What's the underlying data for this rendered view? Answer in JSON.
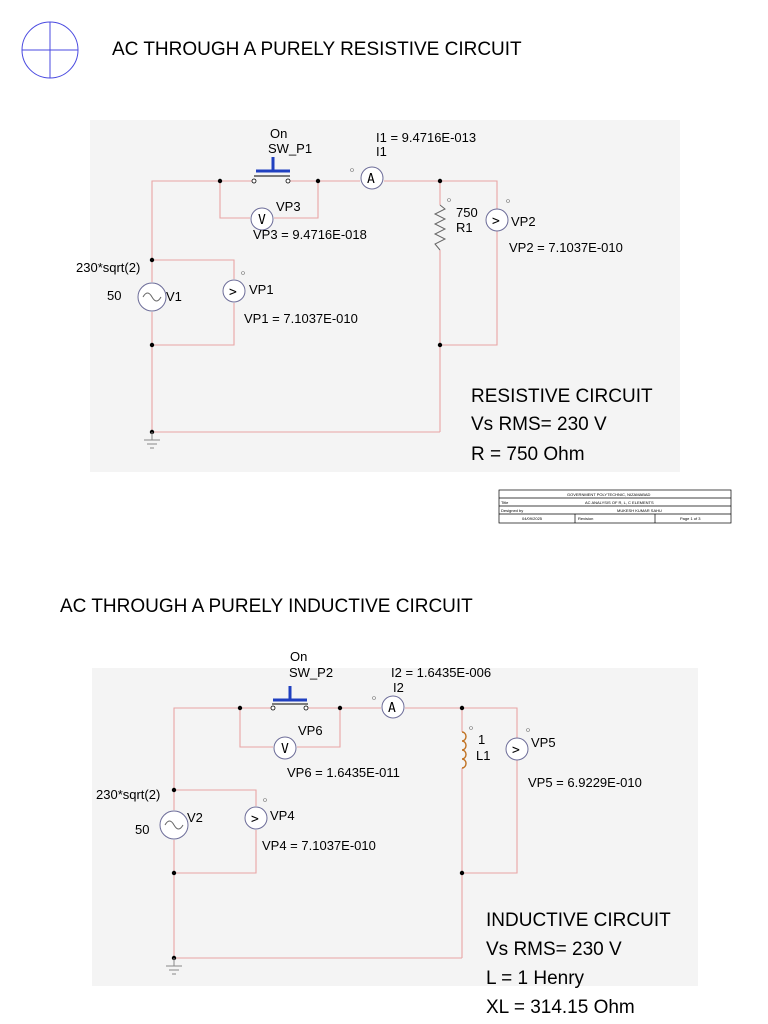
{
  "diagram1": {
    "title": "AC THROUGH A PURELY RESISTIVE CIRCUIT",
    "switch_state": "On",
    "switch_name": "SW_P1",
    "ammeter_reading": "I1 = 9.4716E-013",
    "ammeter_name": "I1",
    "vp3_name": "VP3",
    "vp3_reading": "VP3 = 9.4716E-018",
    "resistor_value": "750",
    "resistor_name": "R1",
    "vp2_name": "VP2",
    "vp2_reading": "VP2 = 7.1037E-010",
    "source_amplitude": "230*sqrt(2)",
    "source_freq": "50",
    "source_name": "V1",
    "vp1_name": "VP1",
    "vp1_reading": "VP1 = 7.1037E-010",
    "note_lines": [
      "RESISTIVE CIRCUIT",
      "Vs RMS= 230 V",
      "R = 750 Ohm"
    ],
    "meter_letter_a": "A",
    "meter_letter_v": "V",
    "meter_letter_arrow": ">"
  },
  "title_block": {
    "org": "GOVERNMENT POLYTECHNIC, NIZAMABAD",
    "title_label": "Title",
    "title_value": "AC ANALYSIS OF R, L, C ELEMENTS",
    "designed_label": "Designed by",
    "designed_value": "MUKESH KUMAR SAHU",
    "date_value": "04/09/2025",
    "revision_label": "Revision",
    "page_value": "Page 1 of 3"
  },
  "diagram2": {
    "title": "AC THROUGH A PURELY INDUCTIVE CIRCUIT",
    "switch_state": "On",
    "switch_name": "SW_P2",
    "ammeter_reading": "I2 = 1.6435E-006",
    "ammeter_name": "I2",
    "vp6_name": "VP6",
    "vp6_reading": "VP6 = 1.6435E-011",
    "inductor_value": "1",
    "inductor_name": "L1",
    "vp5_name": "VP5",
    "vp5_reading": "VP5 = 6.9229E-010",
    "source_amplitude": "230*sqrt(2)",
    "source_freq": "50",
    "source_name": "V2",
    "vp4_name": "VP4",
    "vp4_reading": "VP4 = 7.1037E-010",
    "note_lines": [
      "INDUCTIVE CIRCUIT",
      "Vs RMS= 230 V",
      "L = 1 Henry",
      "XL = 314.15 Ohm"
    ],
    "meter_letter_a": "A",
    "meter_letter_v": "V",
    "meter_letter_arrow": ">"
  }
}
